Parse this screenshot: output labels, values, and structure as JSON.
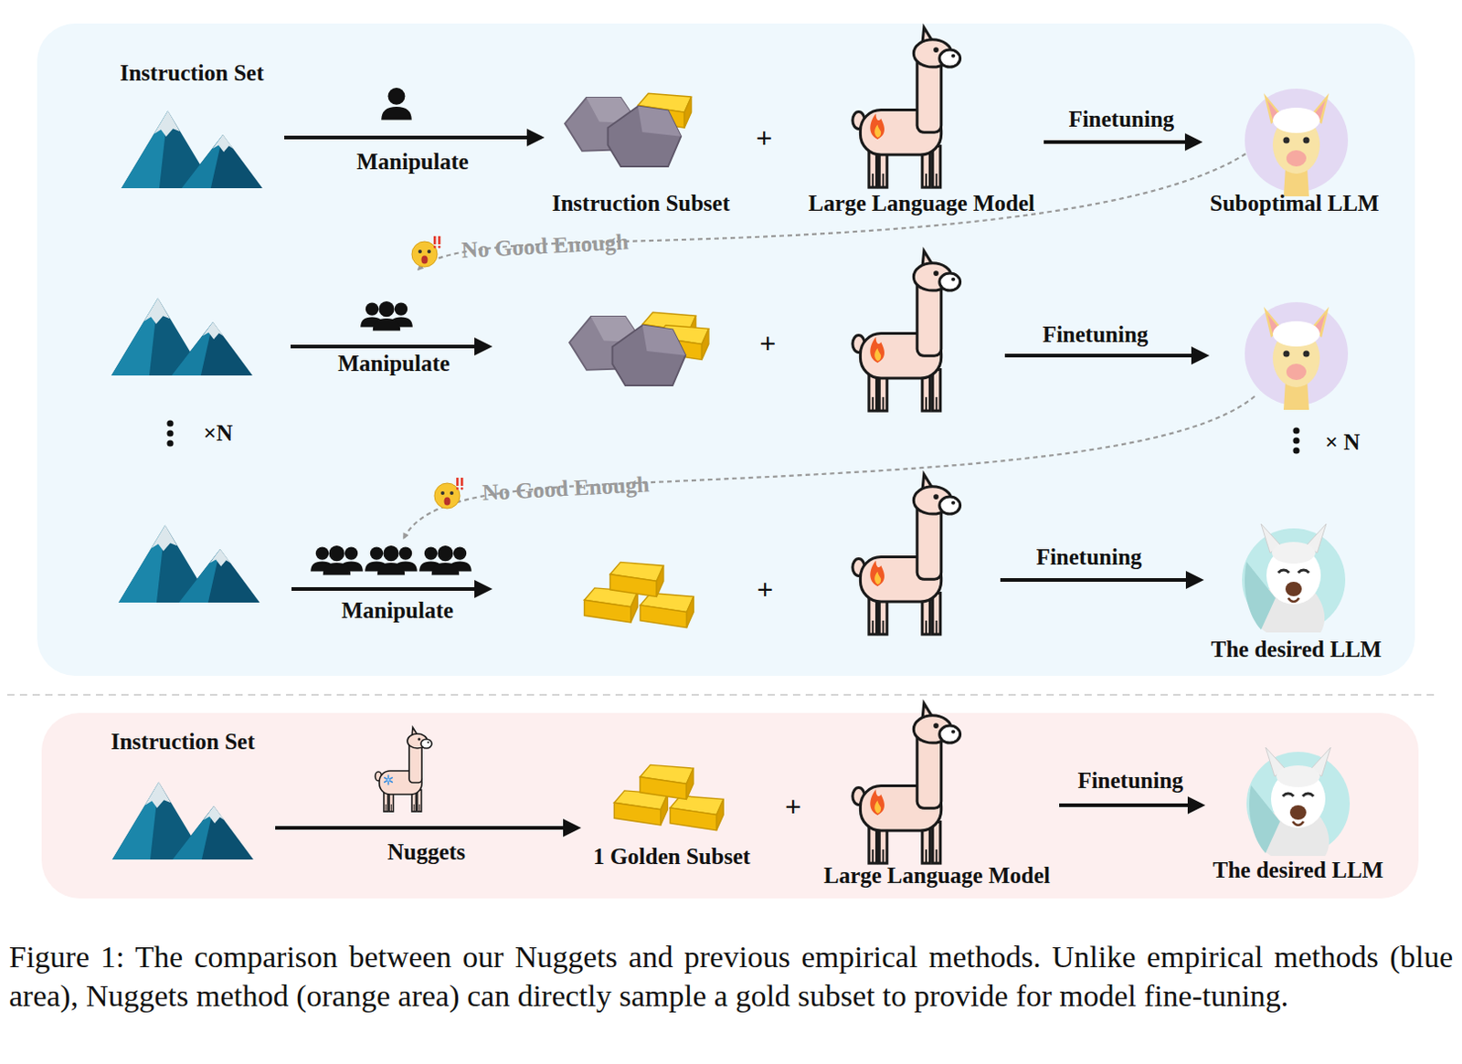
{
  "diagram": {
    "caption": "Figure 1: The comparison between our Nuggets and previous empirical methods. Unlike empirical methods (blue area), Nuggets method (orange area) can directly sample a gold subset to provide for model fine-tuning.",
    "nodes": [
      {
        "text": [
          "Instruction Set"
        ]
      },
      {
        "text": [
          "Instruction Subset"
        ]
      },
      {
        "text": [
          "Large Language Model"
        ]
      },
      {
        "text": [
          "Suboptimal LLM"
        ]
      },
      {
        "text": [
          "The desired LLM"
        ]
      },
      {
        "text": [
          "Instruction Set"
        ]
      },
      {
        "text": [
          "1 Golden Subset"
        ]
      },
      {
        "text": [
          "Large Language Model"
        ]
      },
      {
        "text": [
          "The desired LLM"
        ]
      }
    ],
    "edges": [
      {
        "from": 0,
        "to": 1,
        "label": "Manipulate",
        "arrow": "to"
      },
      {
        "from": 2,
        "to": 3,
        "label": "Finetuning",
        "arrow": "to"
      },
      {
        "from": 5,
        "to": 6,
        "label": "Nuggets",
        "arrow": "to"
      },
      {
        "from": 7,
        "to": 8,
        "label": "Finetuning",
        "arrow": "to"
      }
    ],
    "labels": [
      "+",
      "No Good Enough",
      "Manipulate",
      "+",
      "Finetuning",
      "×N",
      "× N",
      "No Good Enough",
      "Manipulate",
      "+",
      "Finetuning",
      "+"
    ]
  }
}
